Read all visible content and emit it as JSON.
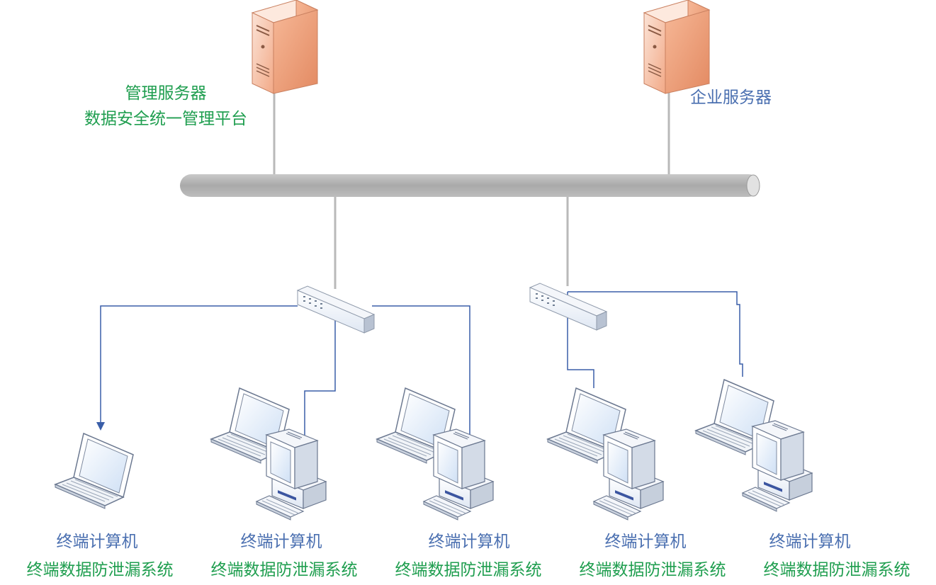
{
  "servers": {
    "management": {
      "line1": "管理服务器",
      "line2": "数据安全统一管理平台"
    },
    "enterprise": {
      "label": "企业服务器"
    }
  },
  "terminals": [
    {
      "line1": "终端计算机",
      "line2": "终端数据防泄漏系统"
    },
    {
      "line1": "终端计算机",
      "line2": "终端数据防泄漏系统"
    },
    {
      "line1": "终端计算机",
      "line2": "终端数据防泄漏系统"
    },
    {
      "line1": "终端计算机",
      "line2": "终端数据防泄漏系统"
    },
    {
      "line1": "终端计算机",
      "line2": "终端数据防泄漏系统"
    }
  ],
  "colors": {
    "label_green": "#1f9e4f",
    "label_blue": "#4a6fb0",
    "link_blue": "#3a5ea8",
    "trunk_gray": "#b9b9b9",
    "server_orange": "#f0a77e"
  }
}
